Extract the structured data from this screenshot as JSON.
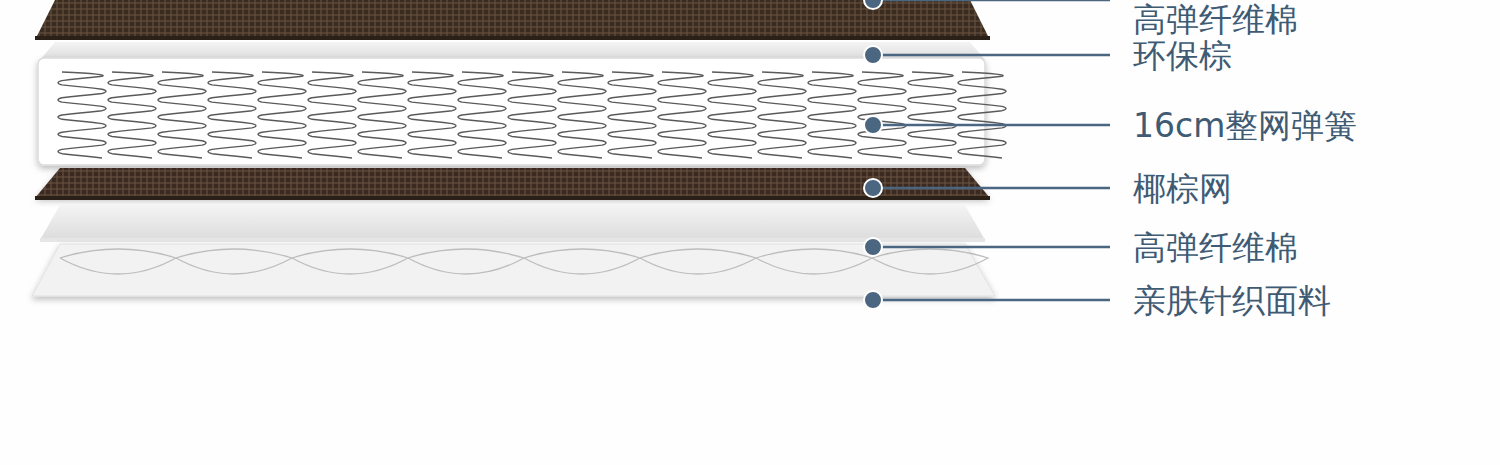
{
  "diagram": {
    "labels": [
      "高弹纤维棉",
      "环保棕",
      "16cm整网弹簧",
      "椰棕网",
      "高弹纤维棉",
      "亲肤针织面料"
    ]
  }
}
